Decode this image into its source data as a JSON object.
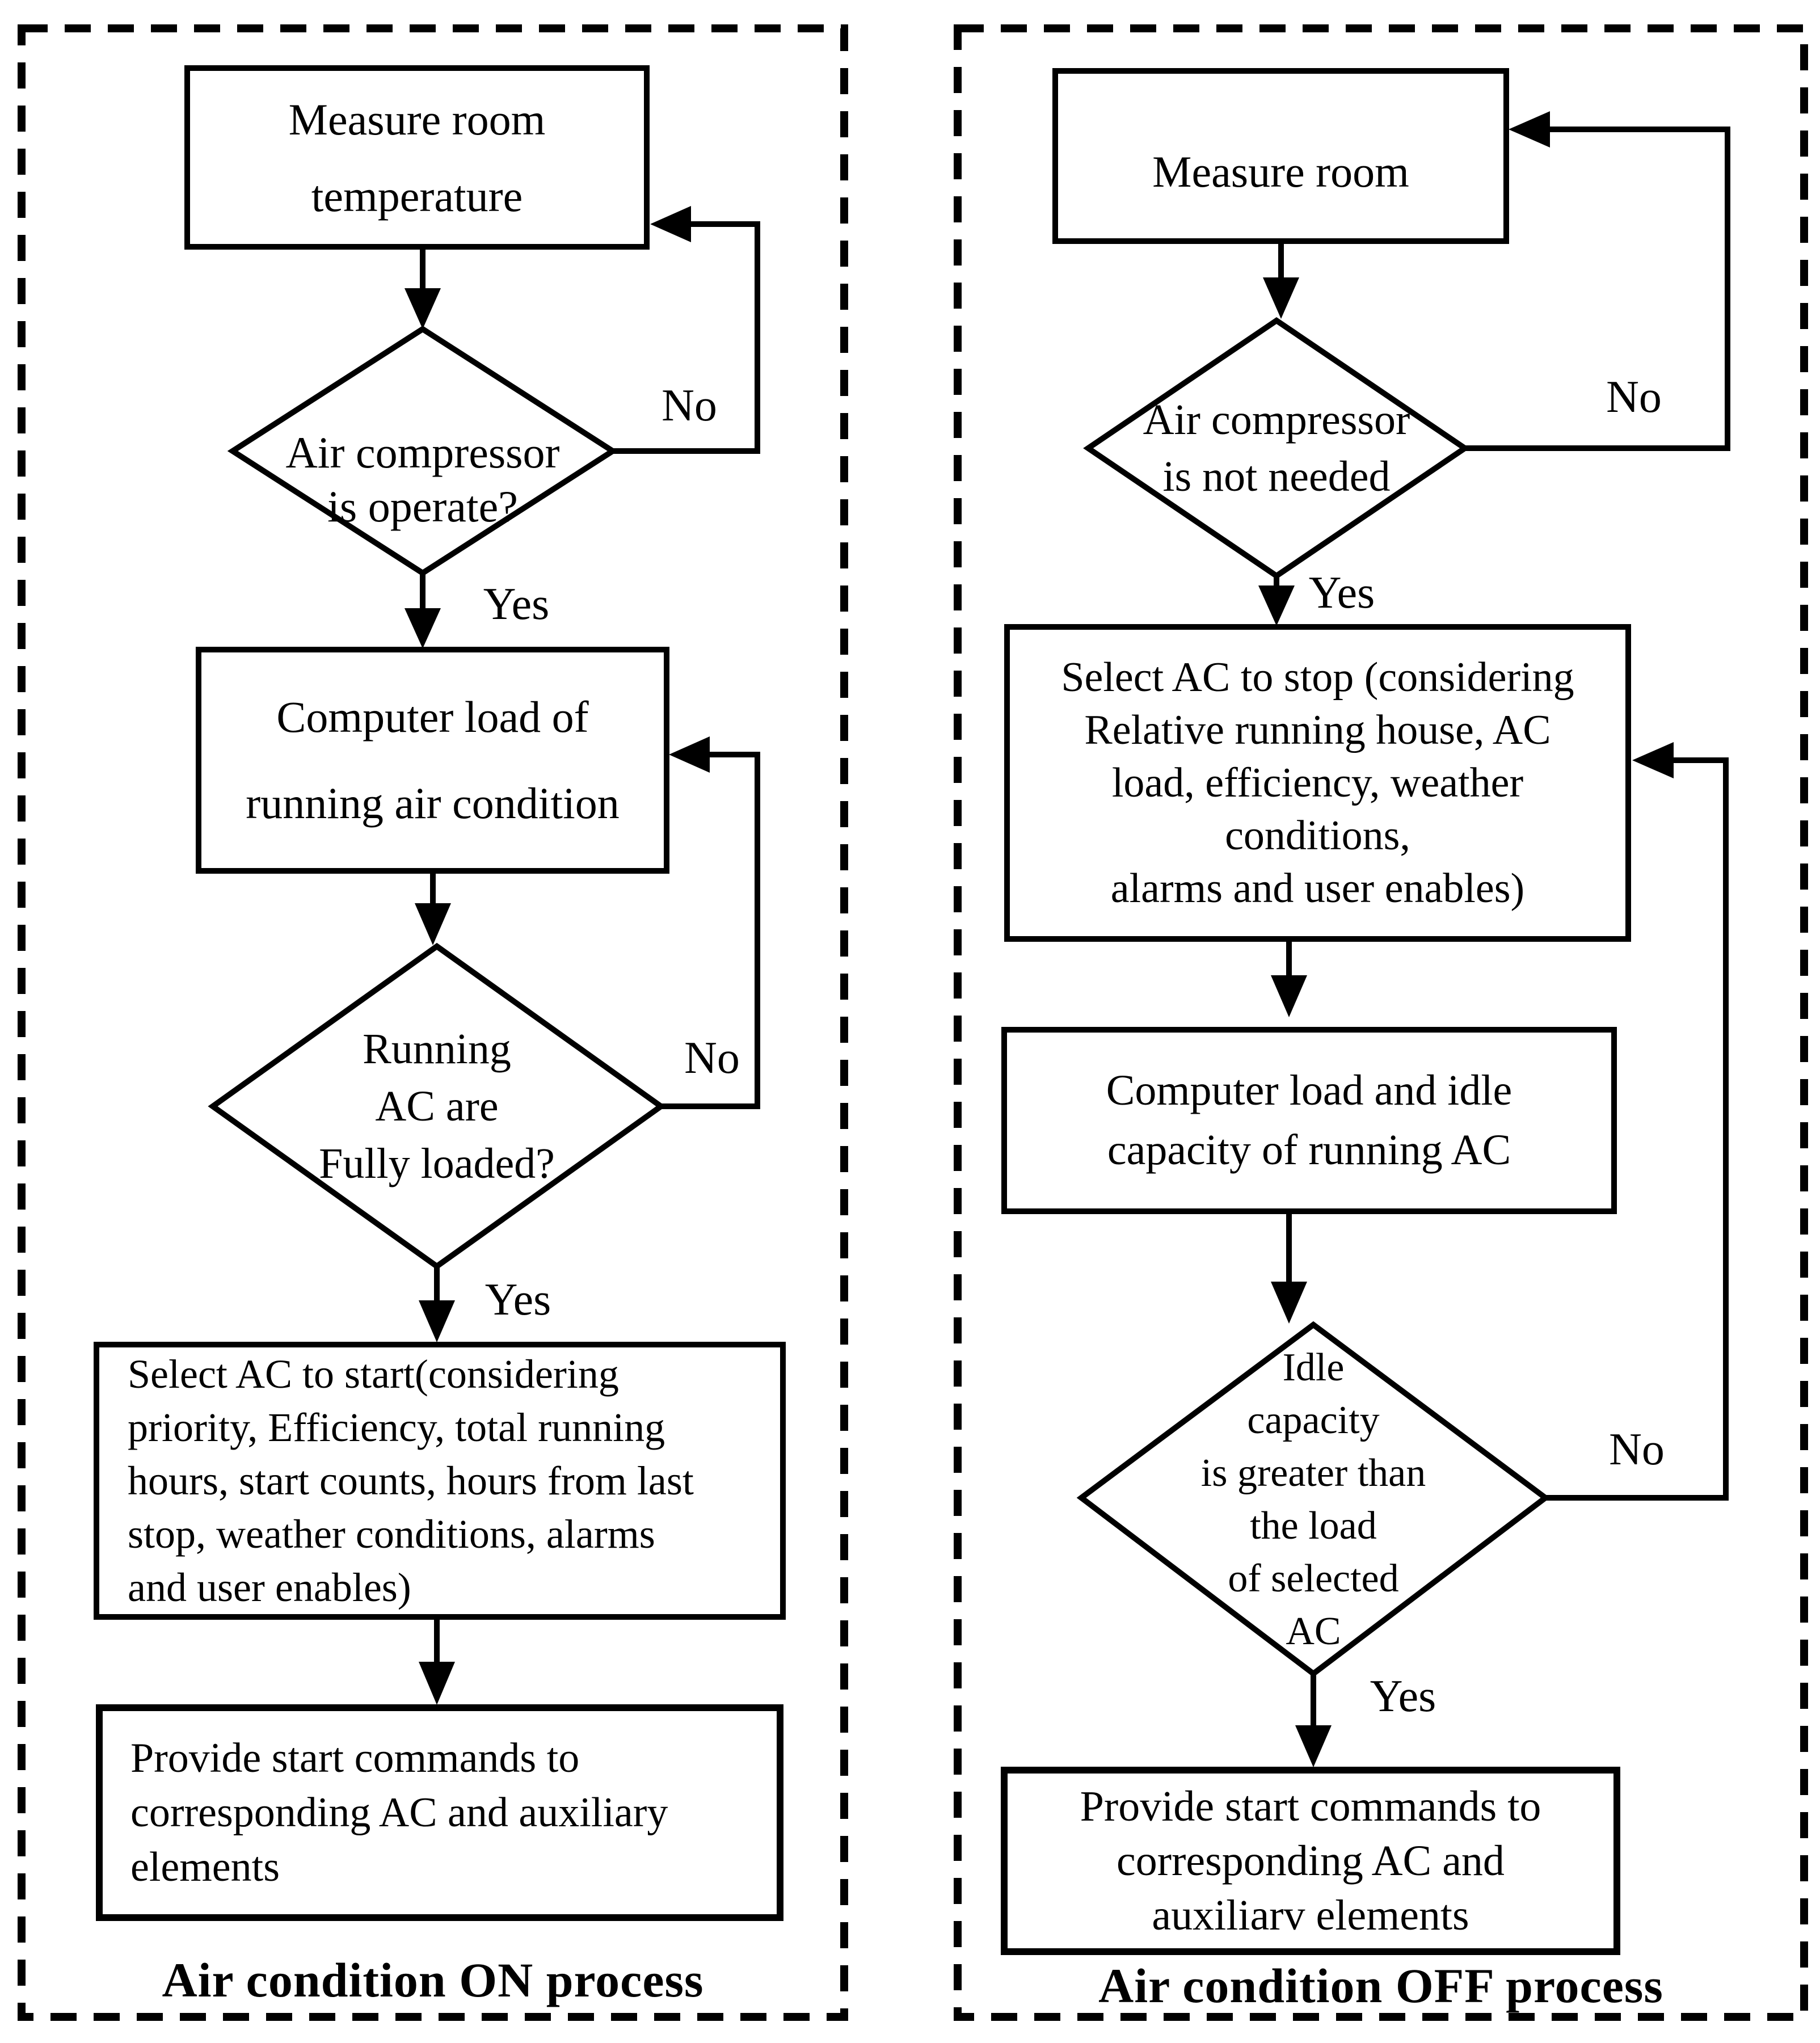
{
  "colors": {
    "ink": "#000000",
    "paper": "#ffffff"
  },
  "left_chart": {
    "caption": "Air condition ON process",
    "nodes": {
      "measure": {
        "lines": [
          "Measure room",
          "temperature"
        ]
      },
      "decision_operate": {
        "lines": [
          "Air compressor",
          "is operate?"
        ]
      },
      "compute_load": {
        "lines": [
          "Computer load of",
          "running air condition"
        ]
      },
      "decision_loaded": {
        "lines": [
          "Running",
          "AC are",
          "Fully loaded?"
        ]
      },
      "select_start": {
        "lines": [
          "Select AC to start(considering",
          "priority, Efficiency, total running",
          "hours, start counts, hours from last",
          "stop, weather conditions, alarms",
          "and user enables)"
        ]
      },
      "provide_commands": {
        "lines": [
          "Provide start commands to",
          "corresponding AC and auxiliary",
          "elements"
        ]
      }
    },
    "labels": {
      "no_top": "No",
      "yes_top": "Yes",
      "no_bottom": "No",
      "yes_bottom": "Yes"
    }
  },
  "right_chart": {
    "caption": "Air condition OFF process",
    "nodes": {
      "measure": {
        "lines": [
          "Measure room"
        ]
      },
      "decision_not_needed": {
        "lines": [
          "Air compressor",
          "is not needed"
        ]
      },
      "select_stop": {
        "lines": [
          "Select AC to stop (considering",
          "Relative running house, AC",
          "load, efficiency, weather",
          "conditions,",
          "alarms and user enables)"
        ]
      },
      "compute_idle": {
        "lines": [
          "Computer load and idle",
          "capacity of running AC"
        ]
      },
      "decision_idle": {
        "lines": [
          "Idle",
          "capacity",
          "is greater than",
          "the load",
          "of selected",
          "AC"
        ]
      },
      "provide_commands": {
        "lines": [
          "Provide start commands to",
          "corresponding AC and",
          "auxiliarv elements"
        ]
      }
    },
    "labels": {
      "no_top": "No",
      "yes_top": "Yes",
      "no_bottom": "No",
      "yes_bottom": "Yes"
    }
  }
}
